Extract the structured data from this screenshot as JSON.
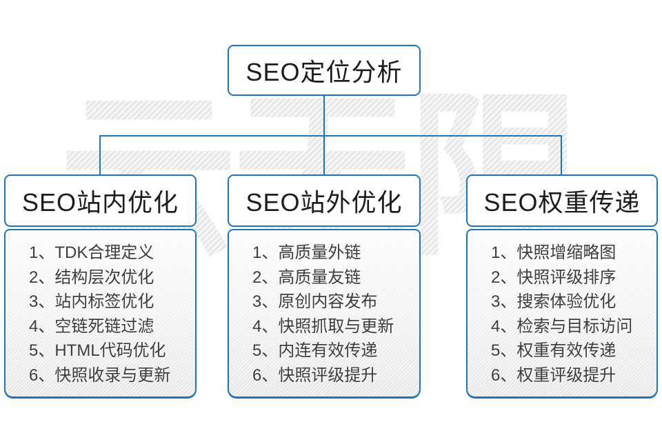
{
  "watermark": {
    "text": "云无限"
  },
  "root": {
    "label": "SEO定位分析"
  },
  "theme": {
    "line_color": "#1B74BC",
    "header_text_color": "#1c1c1c",
    "item_text_color": "#3c3c3c",
    "watermark_color": "#ececec",
    "panel_gradient_top": "#fbfbfb",
    "panel_gradient_bottom": "#e5e5e5"
  },
  "columns": [
    {
      "title": "SEO站内优化",
      "items": [
        "1、TDK合理定义",
        "2、结构层次优化",
        "3、站内标签优化",
        "4、空链死链过滤",
        "5、HTML代码优化",
        "6、快照收录与更新"
      ]
    },
    {
      "title": "SEO站外优化",
      "items": [
        "1、高质量外链",
        "2、高质量友链",
        "3、原创内容发布",
        "4、快照抓取与更新",
        "5、内连有效传递",
        "6、快照评级提升"
      ]
    },
    {
      "title": "SEO权重传递",
      "items": [
        "1、快照增缩略图",
        "2、快照评级排序",
        "3、搜索体验优化",
        "4、检索与目标访问",
        "5、权重有效传递",
        "6、权重评级提升"
      ]
    }
  ]
}
